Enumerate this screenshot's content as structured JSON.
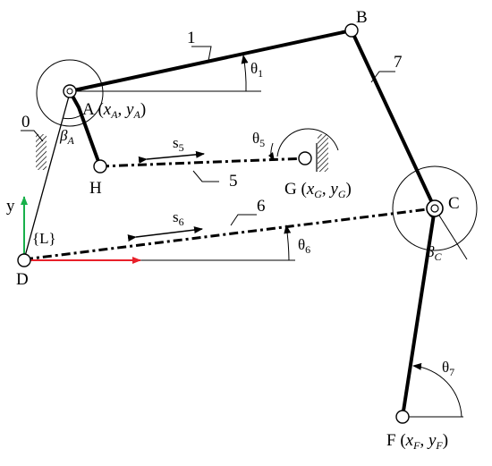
{
  "diagram": {
    "points": {
      "A": {
        "letter": "A",
        "coord_pre": " (",
        "coord_x": "x",
        "coord_x_sub": "A",
        "coord_sep": ", ",
        "coord_y": "y",
        "coord_y_sub": "A",
        "coord_post": ")"
      },
      "B": {
        "letter": "B"
      },
      "C": {
        "letter": "C"
      },
      "D": {
        "letter": "D"
      },
      "F": {
        "letter": "F",
        "coord_pre": " (",
        "coord_x": "x",
        "coord_x_sub": "F",
        "coord_sep": ", ",
        "coord_y": "y",
        "coord_y_sub": "F",
        "coord_post": ")"
      },
      "G": {
        "letter": "G",
        "coord_pre": " (",
        "coord_x": "x",
        "coord_x_sub": "G",
        "coord_sep": ", ",
        "coord_y": "y",
        "coord_y_sub": "G",
        "coord_post": ")"
      },
      "H": {
        "letter": "H"
      }
    },
    "links": {
      "l0": "0",
      "l1": "1",
      "l5": "5",
      "l6": "6",
      "l7": "7"
    },
    "angles": {
      "theta1": {
        "sym": "θ",
        "sub": "1"
      },
      "theta5": {
        "sym": "θ",
        "sub": "5"
      },
      "theta6": {
        "sym": "θ",
        "sub": "6"
      },
      "theta7": {
        "sym": "θ",
        "sub": "7"
      },
      "betaA": {
        "sym": "β",
        "sub": "A"
      },
      "betaC": {
        "sym": "β",
        "sub": "C"
      }
    },
    "strokes": {
      "s5": {
        "sym": "s",
        "sub": "5"
      },
      "s6": {
        "sym": "s",
        "sub": "6"
      }
    },
    "frame": {
      "label": "{L}",
      "y_axis": "y"
    },
    "colors": {
      "x_axis": "#e8202a",
      "y_axis": "#18b04a",
      "ink": "#000000"
    }
  }
}
